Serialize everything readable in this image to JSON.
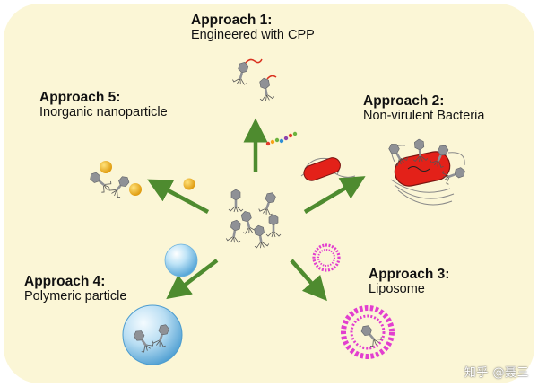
{
  "approaches": [
    {
      "title": "Approach 1:",
      "subtitle": "Engineered with CPP"
    },
    {
      "title": "Approach 2:",
      "subtitle": "Non-virulent Bacteria"
    },
    {
      "title": "Approach 3:",
      "subtitle": "Liposome"
    },
    {
      "title": "Approach 4:",
      "subtitle": "Polymeric particle"
    },
    {
      "title": "Approach 5:",
      "subtitle": "Inorganic nanoparticle"
    }
  ],
  "watermark": "知乎 @聂三",
  "colors": {
    "background": "#fbf6d6",
    "arrow": "#4e8b2f",
    "bacterium": "#e32119",
    "liposome": "#e23fcf",
    "gold": "#f2b51b",
    "phage": "#8f9196"
  }
}
